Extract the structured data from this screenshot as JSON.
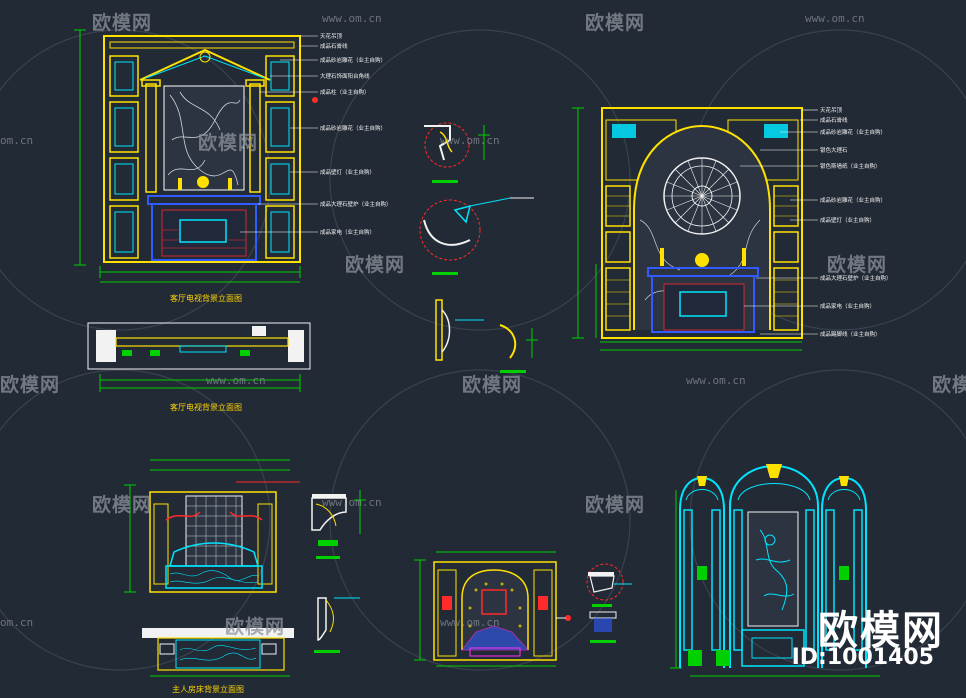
{
  "watermark": {
    "brand": "欧模网",
    "url": "www.om.cn",
    "url_short": "om.cn"
  },
  "brand_overlay": {
    "name": "欧模网",
    "id": "ID:1001405"
  },
  "colors": {
    "background": "#222a35",
    "yellow": "#ffe100",
    "cyan": "#00e5ff",
    "green": "#00d000",
    "blue": "#2f5bff",
    "red": "#ff2a2a",
    "white": "#f2f2f2",
    "magenta": "#ff33ff"
  },
  "captions": {
    "c1": "客厅电视背景立面图",
    "c2": "客厅电视背景立面图",
    "c3": "主人房床背景立面图"
  },
  "notes_left": [
    "天花吊顶",
    "成品石膏线",
    "成品砂岩雕花（业主自购）",
    "大理石饰面阳台角线",
    "成品柱（业主自购）",
    "成品砂岩雕花（业主自购）",
    "成品壁灯（业主自购）",
    "成品大理石壁炉（业主自购）",
    "成品家电（业主自购）"
  ],
  "notes_right": [
    "天花吊顶",
    "成品石膏线",
    "成品砂岩雕花（业主自购）",
    "银色大理石",
    "银色斯墙纸（业主自购）",
    "成品砂岩雕花（业主自购）",
    "成品壁灯（业主自购）",
    "成品大理石壁炉（业主自购）",
    "成品家电（业主自购）",
    "成品踢脚线（业主自购）"
  ]
}
